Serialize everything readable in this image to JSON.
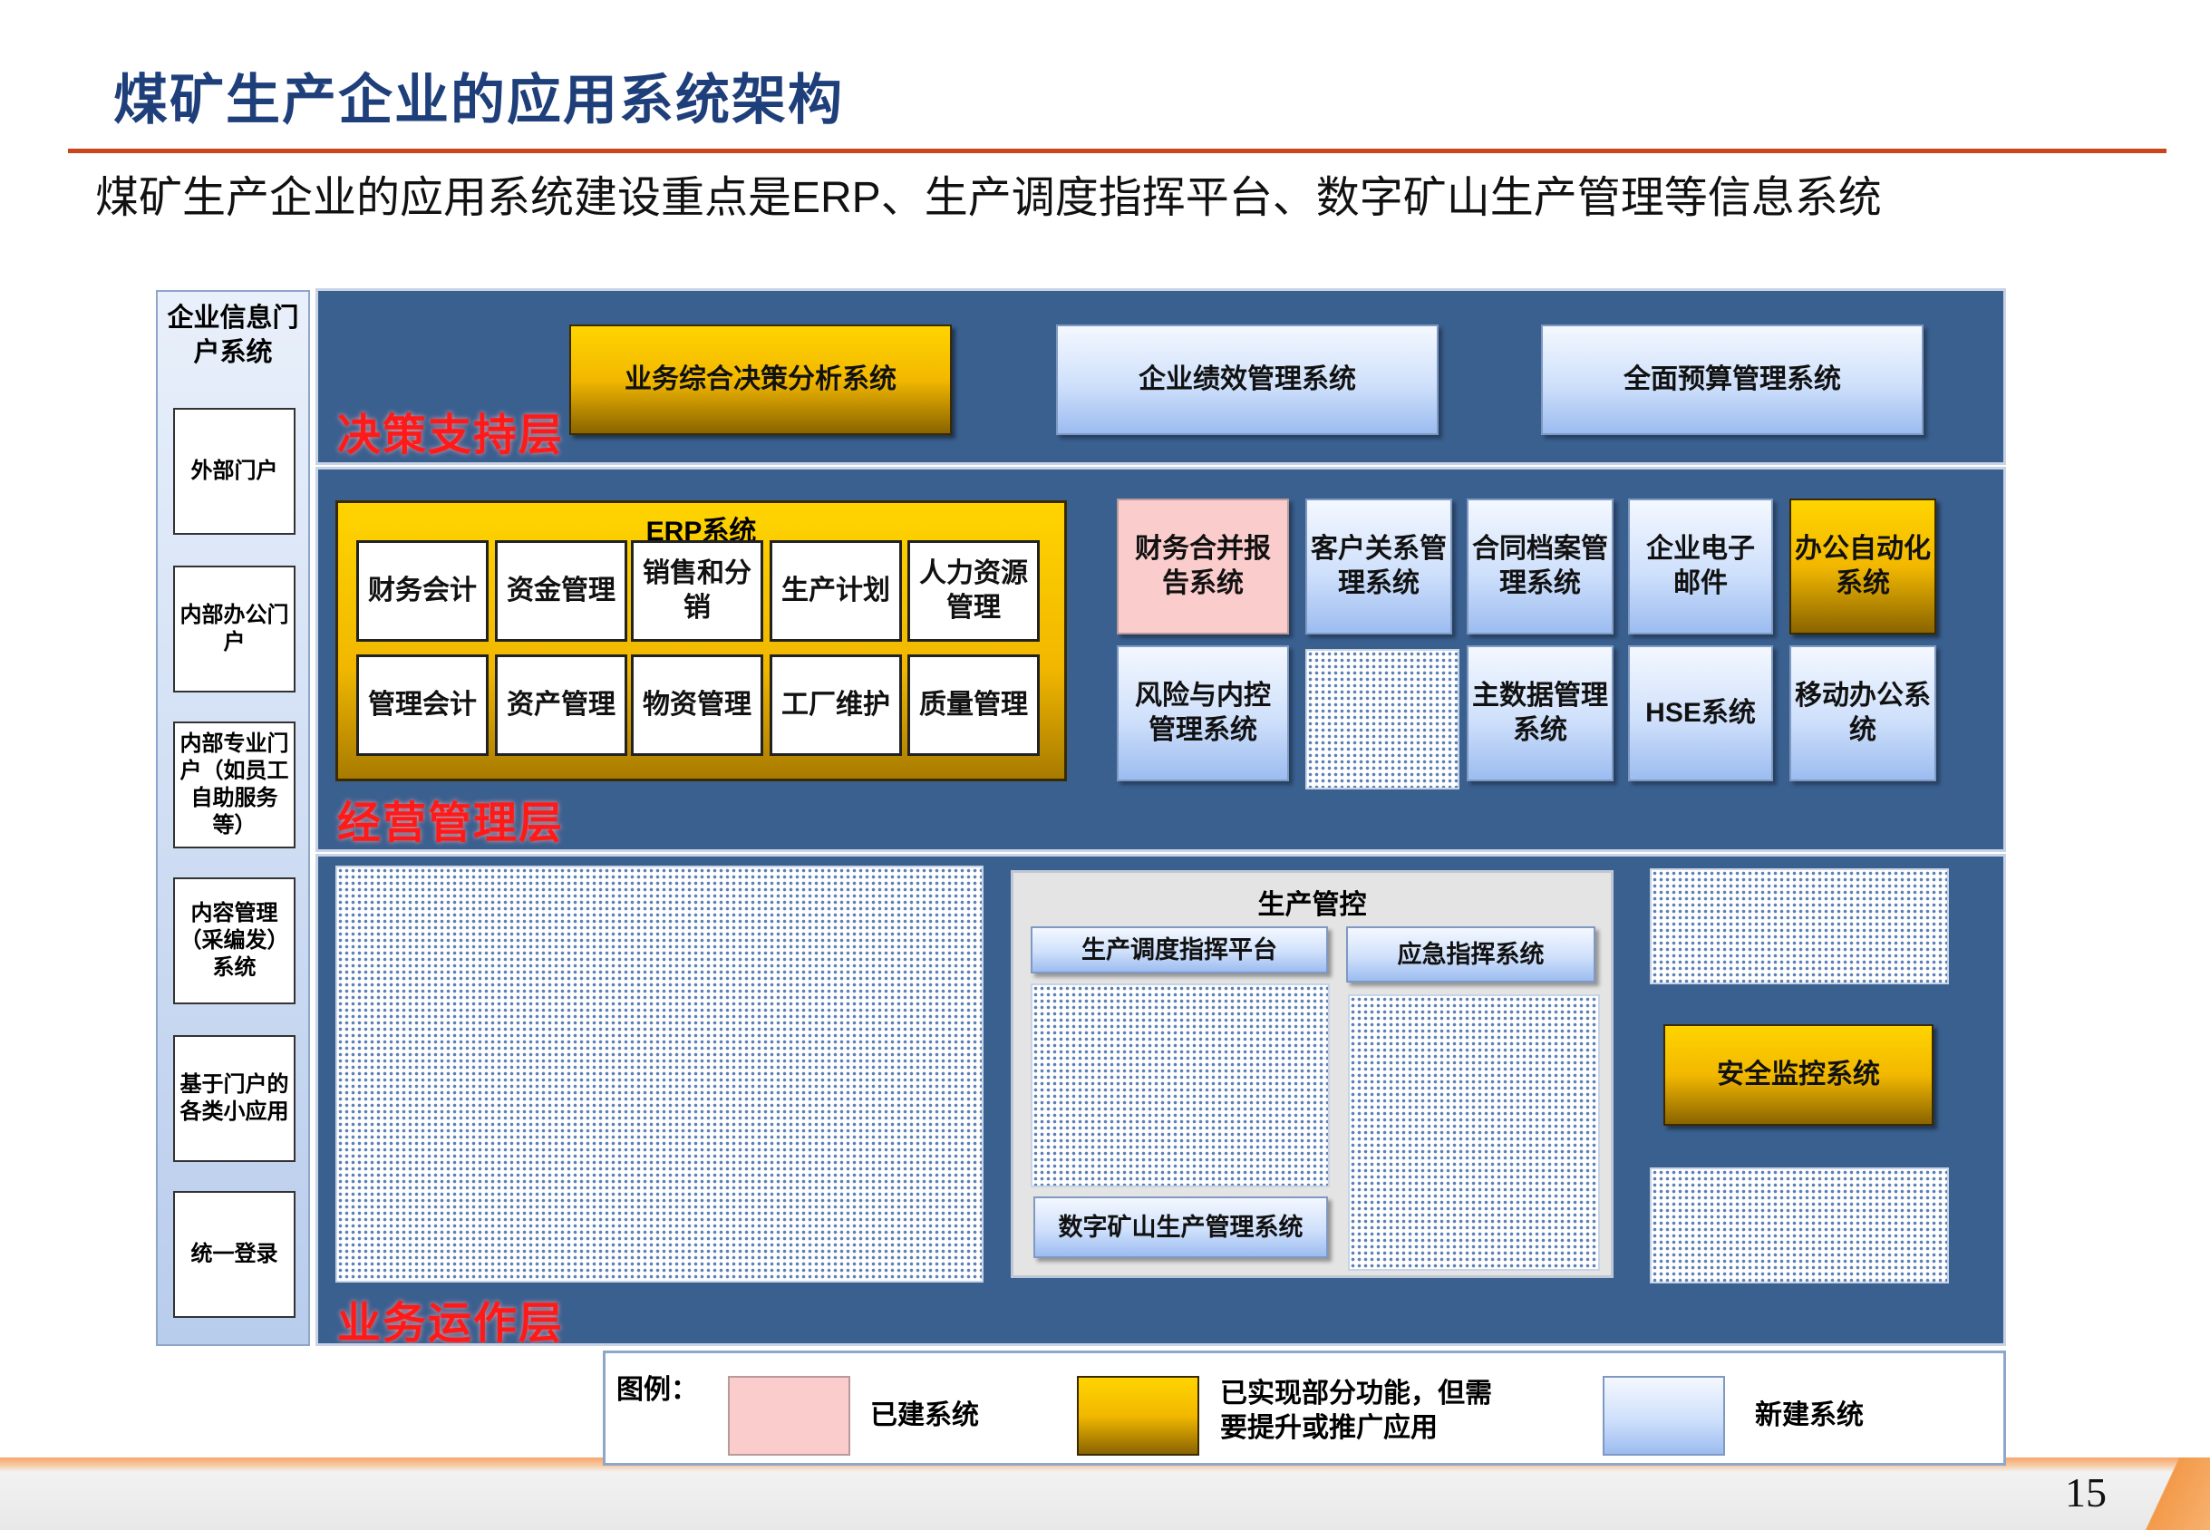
{
  "header": {
    "title": "煤矿生产企业的应用系统架构",
    "subtitle": "煤矿生产企业的应用系统建设重点是ERP、生产调度指挥平台、数字矿山生产管理等信息系统"
  },
  "portal": {
    "title": "企业信息门户系统",
    "items": [
      "外部门户",
      "内部办公门户",
      "内部专业门户（如员工自助服务等）",
      "内容管理（采编发）系统",
      "基于门户的各类小应用",
      "统一登录"
    ]
  },
  "decision_layer": {
    "label": "决策支持层",
    "systems": [
      "业务综合决策分析系统",
      "企业绩效管理系统",
      "全面预算管理系统"
    ]
  },
  "management_layer": {
    "label": "经营管理层",
    "erp": {
      "title": "ERP系统",
      "modules": [
        "财务会计",
        "资金管理",
        "销售和分销",
        "生产计划",
        "人力资源管理",
        "管理会计",
        "资产管理",
        "物资管理",
        "工厂维护",
        "质量管理"
      ]
    },
    "systems": [
      "财务合并报告系统",
      "客户关系管理系统",
      "合同档案管理系统",
      "企业电子邮件",
      "办公自动化系统",
      "风险与内控管理系统",
      "主数据管理系统",
      "HSE系统",
      "移动办公系统"
    ]
  },
  "operation_layer": {
    "label": "业务运作层",
    "production_control": {
      "title": "生产管控",
      "dispatch": "生产调度指挥平台",
      "emergency": "应急指挥系统",
      "digital_mine": "数字矿山生产管理系统"
    },
    "safety": "安全监控系统"
  },
  "legend": {
    "title": "图例：",
    "built": "已建系统",
    "partial": "已实现部分功能，但需要提升或推广应用",
    "new": "新建系统"
  },
  "page_number": "15",
  "colors": {
    "built": "#fbcccc",
    "partial": "#f2b800",
    "new": "#cfe0fb",
    "layer_bg": "#3a6090",
    "layer_label": "#ff1a1a"
  }
}
